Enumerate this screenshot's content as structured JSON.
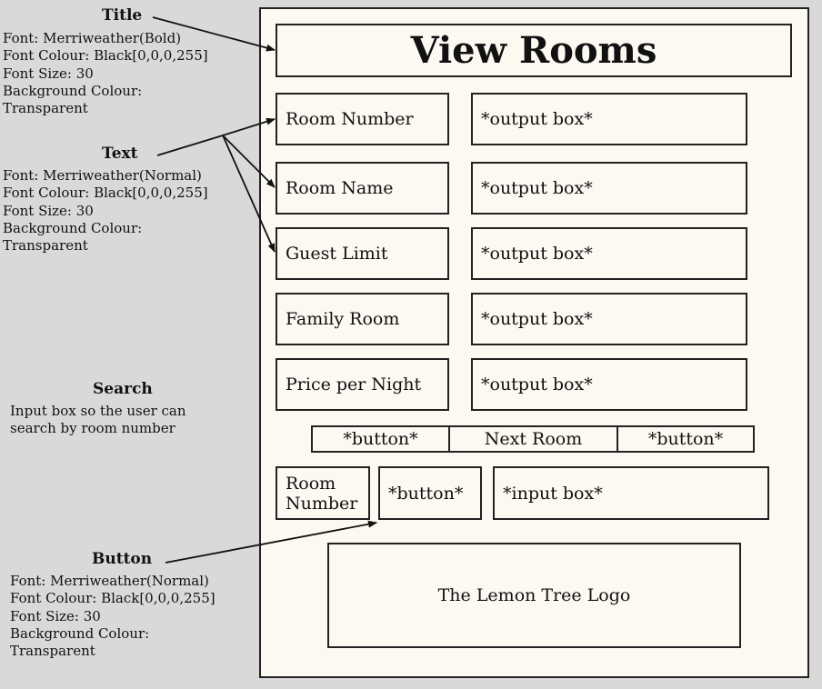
{
  "annotations": {
    "title": {
      "heading": "Title",
      "lines": [
        "Font: Merriweather(Bold)",
        "Font Colour: Black[0,0,0,255]",
        "Font Size: 30",
        "Background Colour:",
        "Transparent"
      ]
    },
    "text": {
      "heading": "Text",
      "lines": [
        "Font: Merriweather(Normal)",
        "Font Colour: Black[0,0,0,255]",
        "Font Size: 30",
        "Background Colour:",
        "Transparent"
      ]
    },
    "search": {
      "heading": "Search",
      "lines": [
        "Input box so the user can",
        "search by room number"
      ]
    },
    "button": {
      "heading": "Button",
      "lines": [
        "Font: Merriweather(Normal)",
        "Font Colour: Black[0,0,0,255]",
        "Font Size: 30",
        "Background Colour:",
        "Transparent"
      ]
    }
  },
  "mockup": {
    "title": "View Rooms",
    "rows": [
      {
        "label": "Room Number",
        "output": "*output box*"
      },
      {
        "label": "Room Name",
        "output": "*output box*"
      },
      {
        "label": "Guest Limit",
        "output": "*output box*"
      },
      {
        "label": "Family Room",
        "output": "*output box*"
      },
      {
        "label": "Price per Night",
        "output": "*output box*"
      }
    ],
    "nav": {
      "prev_button": "*button*",
      "center_label": "Next Room",
      "next_button": "*button*"
    },
    "search": {
      "label_line1": "Room",
      "label_line2": "Number",
      "button": "*button*",
      "input": "*input box*"
    },
    "logo": "The Lemon Tree Logo"
  },
  "colors": {
    "background": "#d9d9d9",
    "panel": "#fcf9f2",
    "stroke": "#222222"
  }
}
